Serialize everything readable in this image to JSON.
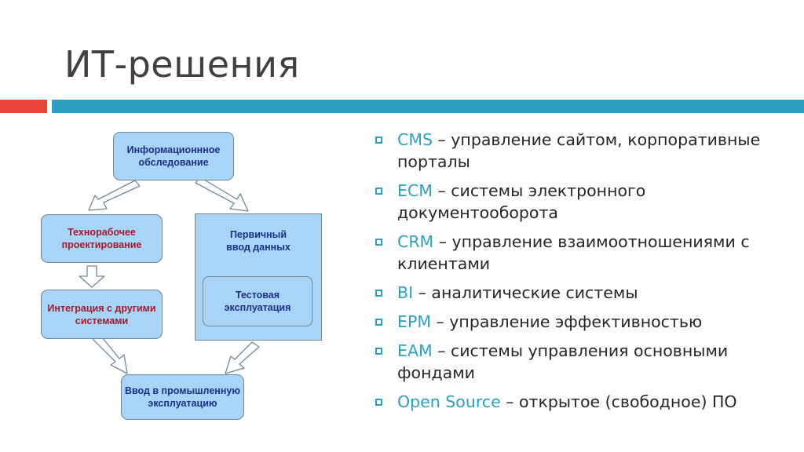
{
  "title": "ИТ-решения",
  "colors": {
    "accent_red": "#e8453c",
    "accent_blue": "#2e9fc0",
    "node_fill": "#a8d4f7",
    "node_text_blue": "#1a2f8a",
    "node_text_red": "#a2192c"
  },
  "diagram": {
    "nodes": {
      "survey": "Информационнное\nобследование",
      "tech_design": "Технорабочее\nпроектирование",
      "primary_input": "Первичный\nввод данных",
      "test_operation": "Тестовая\nэксплуатация",
      "integration": "Интеграция с другими\nсистемами",
      "production": "Ввод в промышленную\nэксплуатацию"
    }
  },
  "bullets": [
    {
      "term": "CMS",
      "text": " – управление сайтом, корпоративные порталы"
    },
    {
      "term": "ECM",
      "text": " – системы электронного документооборота"
    },
    {
      "term": "CRM",
      "text": " – управление взаимоотношениями с клиентами"
    },
    {
      "term": "BI",
      "text": " – аналитические системы"
    },
    {
      "term": "EPM",
      "text": " – управление эффективностью"
    },
    {
      "term": "EAM",
      "text": " – системы управления основными фондами"
    },
    {
      "term": "Open Source",
      "text": " – открытое (свободное) ПО"
    }
  ]
}
